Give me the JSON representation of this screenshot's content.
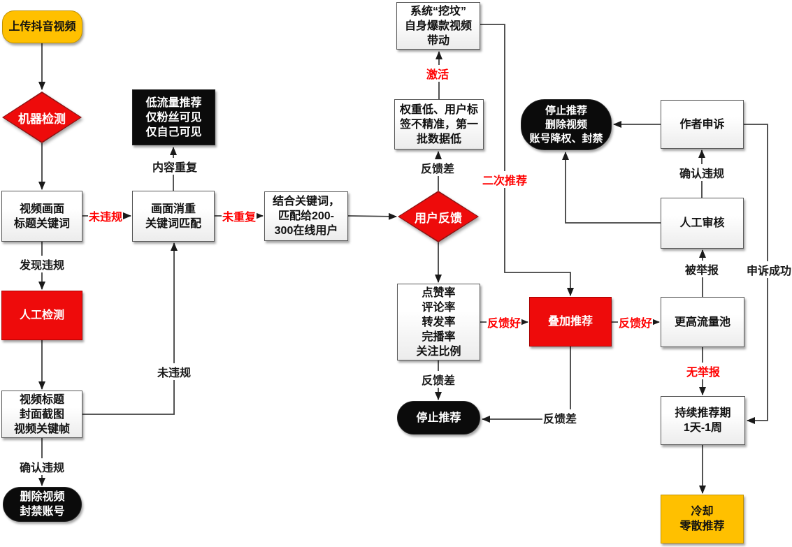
{
  "diagram": {
    "colors": {
      "accent_red": "#ee0b0b",
      "gold": "#ffc000",
      "black": "#0b0b0b",
      "line": "#404040",
      "label_red": "#ff0000"
    },
    "nodes": {
      "upload": {
        "label": "上传抖音视频"
      },
      "machine_check": {
        "label": "机器检测"
      },
      "video_frame": {
        "lines": [
          "视频画面",
          "标题关键词"
        ]
      },
      "low_traffic": {
        "lines": [
          "低流量推荐",
          "仅粉丝可见",
          "仅自己可见"
        ]
      },
      "dedup": {
        "lines": [
          "画面消重",
          "关键词匹配"
        ]
      },
      "match_users": {
        "lines": [
          "结合关键词，",
          "匹配给200-",
          "300在线用户"
        ]
      },
      "user_feedback": {
        "label": "用户反馈"
      },
      "weight_low": {
        "lines": [
          "权重低、用户标",
          "签不精准，第一",
          "批数据低"
        ]
      },
      "dig_grave": {
        "lines": [
          "系统“挖坟”",
          "自身爆款视频",
          "带动"
        ]
      },
      "stop_delete_ban": {
        "lines": [
          "停止推荐",
          "删除视频",
          "账号降权、封禁"
        ]
      },
      "author_appeal": {
        "label": "作者申诉"
      },
      "manual_review": {
        "label": "人工审核"
      },
      "metrics": {
        "lines": [
          "点赞率",
          "评论率",
          "转发率",
          "完播率",
          "关注比例"
        ]
      },
      "stack_recommend": {
        "label": "叠加推荐"
      },
      "higher_pool": {
        "label": "更高流量池"
      },
      "stop_recommend": {
        "label": "停止推荐"
      },
      "sustain": {
        "lines": [
          "持续推荐期",
          "1天-1周"
        ]
      },
      "cooldown": {
        "lines": [
          "冷却",
          "零散推荐"
        ]
      },
      "manual_check": {
        "label": "人工检测"
      },
      "title_frames": {
        "lines": [
          "视频标题",
          "封面截图",
          "视频关键帧"
        ]
      },
      "delete_ban": {
        "lines": [
          "删除视频",
          "封禁账号"
        ]
      }
    },
    "edge_labels": {
      "no_violation_1": "未违规",
      "content_dup": "内容重复",
      "no_dup": "未重复",
      "feedback_bad_1": "反馈差",
      "activate": "激活",
      "second_recommend": "二次推荐",
      "feedback_good_1": "反馈好",
      "feedback_good_2": "反馈好",
      "feedback_bad_2": "反馈差",
      "feedback_bad_3": "反馈差",
      "no_report": "无举报",
      "reported": "被举报",
      "confirm_violation_1": "确认违规",
      "appeal_success": "申诉成功",
      "found_violation": "发现违规",
      "confirm_violation_2": "确认违规",
      "no_violation_2": "未违规"
    }
  }
}
